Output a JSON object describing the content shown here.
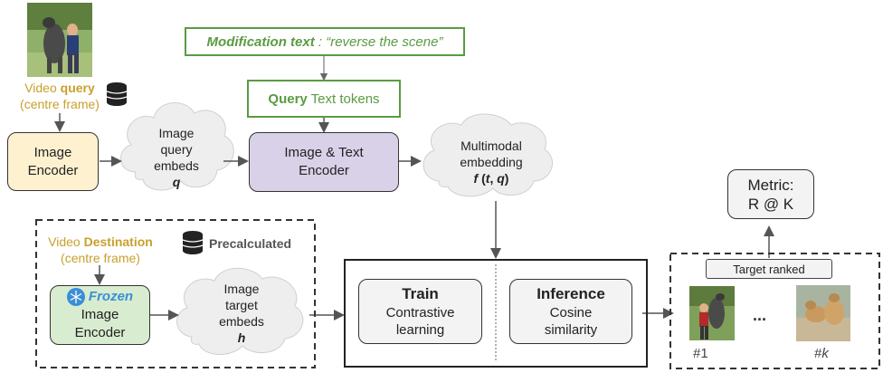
{
  "modification": {
    "label_bold": "Modification text",
    "label_rest": " : “reverse the scene”"
  },
  "query_tokens": {
    "bold": "Query",
    "rest": " Text tokens"
  },
  "video_query": {
    "prefix": "Video ",
    "bold": "query",
    "sub": "(centre frame)"
  },
  "image_encoder_top": {
    "line1": "Image",
    "line2": "Encoder"
  },
  "query_embeds": {
    "line1": "Image",
    "line2": "query",
    "line3": "embeds",
    "symbol": "q"
  },
  "img_text_encoder": {
    "line1": "Image & Text",
    "line2": "Encoder"
  },
  "multimodal": {
    "line1": "Multimodal",
    "line2": "embedding",
    "f": "f",
    "open": " (",
    "t": "t",
    "comma": ", ",
    "q": "q",
    "close": ")"
  },
  "metric": {
    "line1": "Metric:",
    "line2": "R @ K"
  },
  "target_ranked": "Target ranked",
  "video_destination": {
    "prefix": "Video ",
    "bold": "Destination",
    "sub": "(centre frame)"
  },
  "precalculated": "Precalculated",
  "frozen_encoder": {
    "frozen": "Frozen",
    "line1": "Image",
    "line2": "Encoder"
  },
  "target_embeds": {
    "line1": "Image",
    "line2": "target",
    "line3": "embeds",
    "symbol": "h"
  },
  "train": {
    "title": "Train",
    "line1": "Contrastive",
    "line2": "learning"
  },
  "inference": {
    "title": "Inference",
    "line1": "Cosine",
    "line2": "similarity"
  },
  "ranked": {
    "first": "#1",
    "dots": "...",
    "hash": "#",
    "k": "k"
  },
  "colors": {
    "green": "#5a9b42",
    "gold": "#c8a02e",
    "encoder_yellow": "#fdf1cf",
    "encoder_purple": "#d9d1e8",
    "encoder_green": "#d8ecd0",
    "frozen_blue": "#3b8ed6",
    "cloud": "#eeeeee"
  }
}
